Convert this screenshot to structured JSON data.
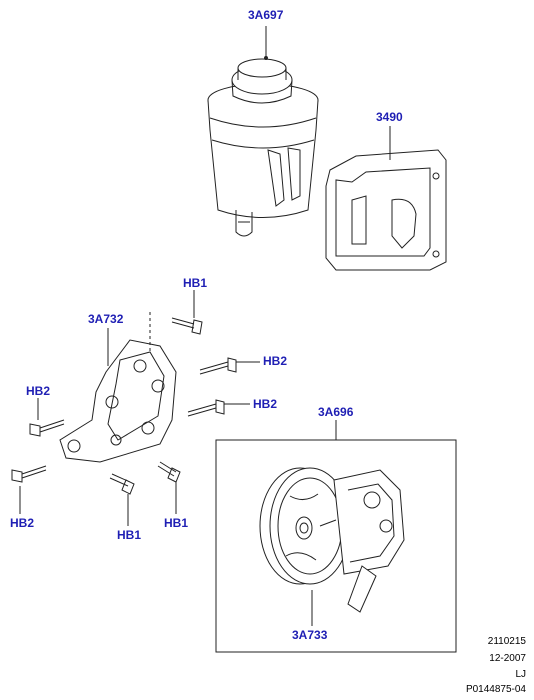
{
  "callouts": {
    "reservoir": "3A697",
    "bracket_reservoir": "3490",
    "pump_bracket": "3A732",
    "bolt_hb1_top": "HB1",
    "bolt_hb2_right_upper": "HB2",
    "bolt_hb2_right_lower": "HB2",
    "bolt_hb2_left_upper": "HB2",
    "bolt_hb2_left_lower": "HB2",
    "bolt_hb1_bottom_left": "HB1",
    "bolt_hb1_bottom_right": "HB1",
    "pump_assembly": "3A696",
    "pulley": "3A733"
  },
  "footer": {
    "code": "2110215",
    "date": "12-2007",
    "initials": "LJ",
    "ref": "P0144875-04"
  },
  "colors": {
    "callout": "#1f1fb4",
    "line": "#222222"
  },
  "icons": [
    "reservoir-icon",
    "reservoir-bracket-icon",
    "pump-bracket-icon",
    "bolt-icon",
    "power-steering-pump-icon"
  ]
}
